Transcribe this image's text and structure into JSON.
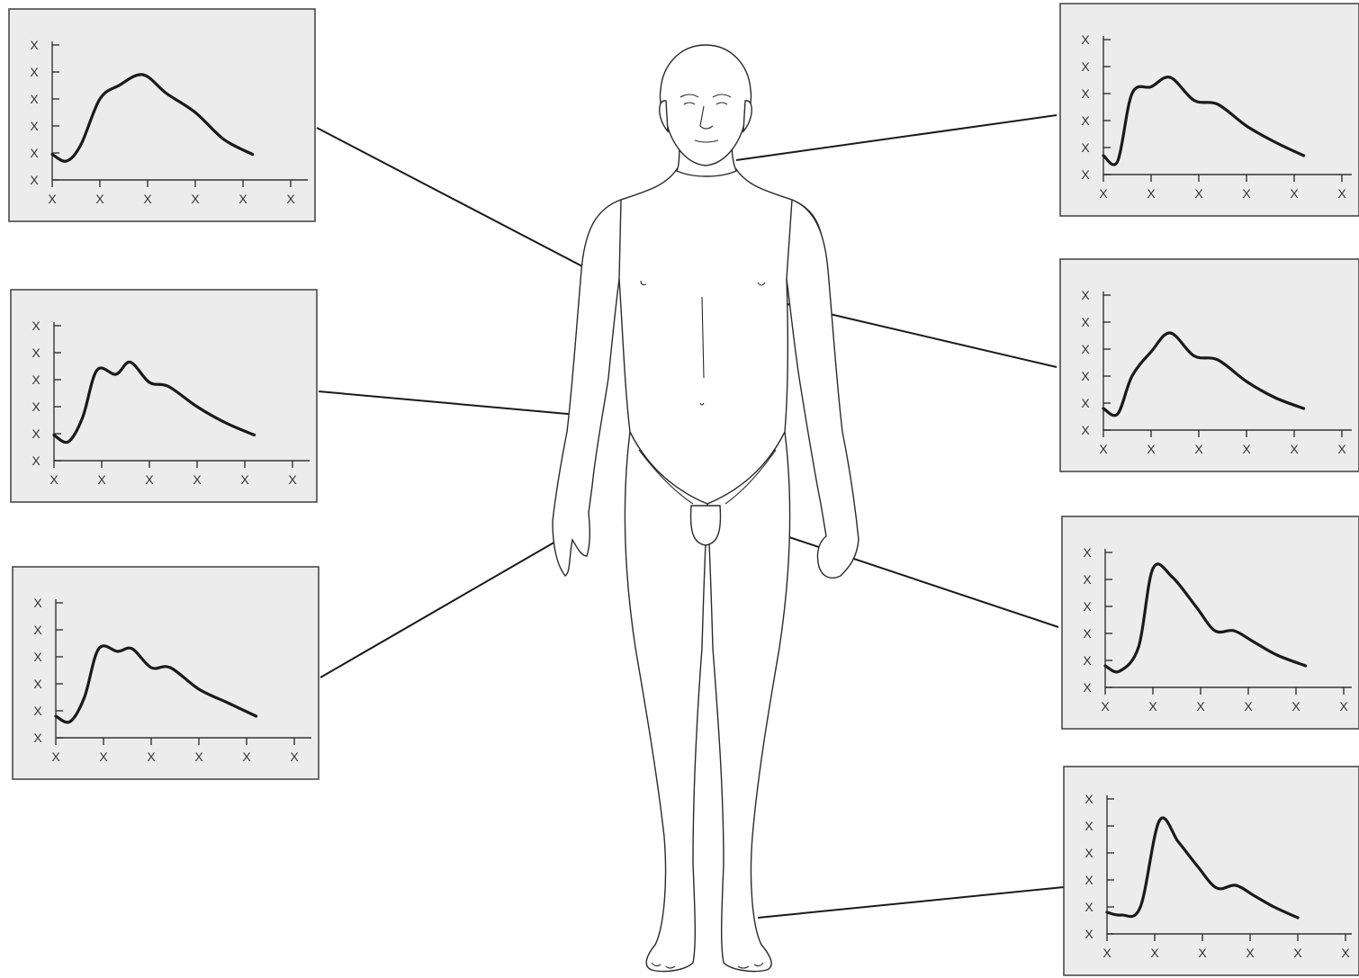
{
  "figure": {
    "subject": "human-figure-front-view",
    "tick_label": "X"
  },
  "chart_data": [
    {
      "type": "line",
      "location": "head-neck",
      "x_ticks": [
        "X",
        "X",
        "X",
        "X",
        "X",
        "X"
      ],
      "y_ticks": [
        "X",
        "X",
        "X",
        "X",
        "X",
        "X"
      ],
      "x": [
        0,
        0.3,
        0.6,
        1.0,
        1.4,
        1.9,
        2.4,
        3.0,
        3.6,
        4.2
      ],
      "y": [
        0.95,
        0.7,
        1.3,
        3.0,
        3.5,
        3.9,
        3.2,
        2.5,
        1.5,
        0.95
      ]
    },
    {
      "type": "line",
      "location": "upper-arm",
      "x_ticks": [
        "X",
        "X",
        "X",
        "X",
        "X",
        "X"
      ],
      "y_ticks": [
        "X",
        "X",
        "X",
        "X",
        "X",
        "X"
      ],
      "x": [
        0,
        0.3,
        0.6,
        0.9,
        1.3,
        1.6,
        2.0,
        2.4,
        3.0,
        3.6,
        4.2
      ],
      "y": [
        0.95,
        0.7,
        1.6,
        3.35,
        3.2,
        3.65,
        2.9,
        2.75,
        2.0,
        1.4,
        0.95
      ]
    },
    {
      "type": "line",
      "location": "forearm",
      "x_ticks": [
        "X",
        "X",
        "X",
        "X",
        "X",
        "X"
      ],
      "y_ticks": [
        "X",
        "X",
        "X",
        "X",
        "X",
        "X"
      ],
      "x": [
        0,
        0.3,
        0.6,
        0.9,
        1.3,
        1.6,
        2.0,
        2.4,
        3.0,
        3.6,
        4.2
      ],
      "y": [
        0.8,
        0.6,
        1.5,
        3.3,
        3.2,
        3.3,
        2.6,
        2.6,
        1.8,
        1.3,
        0.8
      ]
    },
    {
      "type": "line",
      "location": "neck-right",
      "x_ticks": [
        "X",
        "X",
        "X",
        "X",
        "X",
        "X"
      ],
      "y_ticks": [
        "X",
        "X",
        "X",
        "X",
        "X",
        "X"
      ],
      "x": [
        0,
        0.3,
        0.6,
        1.0,
        1.4,
        1.9,
        2.4,
        3.0,
        3.6,
        4.2
      ],
      "y": [
        0.7,
        0.5,
        3.0,
        3.25,
        3.6,
        2.75,
        2.6,
        1.8,
        1.2,
        0.7
      ]
    },
    {
      "type": "line",
      "location": "chest",
      "x_ticks": [
        "X",
        "X",
        "X",
        "X",
        "X",
        "X"
      ],
      "y_ticks": [
        "X",
        "X",
        "X",
        "X",
        "X",
        "X"
      ],
      "x": [
        0,
        0.3,
        0.6,
        1.0,
        1.4,
        1.9,
        2.4,
        3.0,
        3.6,
        4.2
      ],
      "y": [
        0.8,
        0.6,
        2.0,
        2.9,
        3.6,
        2.75,
        2.6,
        1.8,
        1.2,
        0.8
      ]
    },
    {
      "type": "line",
      "location": "groin",
      "x_ticks": [
        "X",
        "X",
        "X",
        "X",
        "X",
        "X"
      ],
      "y_ticks": [
        "X",
        "X",
        "X",
        "X",
        "X",
        "X"
      ],
      "x": [
        0,
        0.3,
        0.7,
        1.0,
        1.4,
        1.9,
        2.3,
        2.7,
        3.1,
        3.6,
        4.2
      ],
      "y": [
        0.8,
        0.6,
        1.5,
        4.4,
        4.1,
        3.0,
        2.1,
        2.1,
        1.7,
        1.2,
        0.8
      ]
    },
    {
      "type": "line",
      "location": "ankle",
      "x_ticks": [
        "X",
        "X",
        "X",
        "X",
        "X",
        "X"
      ],
      "y_ticks": [
        "X",
        "X",
        "X",
        "X",
        "X",
        "X"
      ],
      "x": [
        0,
        0.3,
        0.7,
        1.1,
        1.5,
        1.9,
        2.3,
        2.7,
        3.1,
        3.5,
        4.0
      ],
      "y": [
        0.8,
        0.7,
        1.0,
        4.2,
        3.4,
        2.5,
        1.7,
        1.8,
        1.4,
        1.0,
        0.6
      ]
    }
  ]
}
